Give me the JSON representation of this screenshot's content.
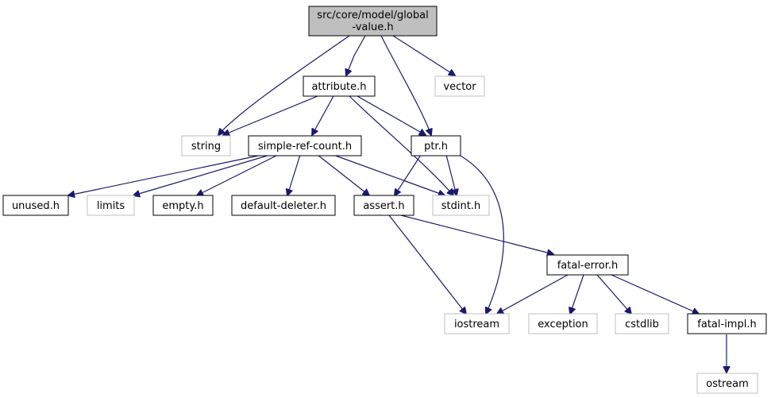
{
  "diagram": {
    "root": {
      "line1": "src/core/model/global",
      "line2": "-value.h"
    },
    "nodes": {
      "attribute": "attribute.h",
      "vector": "vector",
      "string": "string",
      "simple_ref_count": "simple-ref-count.h",
      "ptr": "ptr.h",
      "unused": "unused.h",
      "limits": "limits",
      "empty": "empty.h",
      "default_deleter": "default-deleter.h",
      "assert": "assert.h",
      "stdint": "stdint.h",
      "fatal_error": "fatal-error.h",
      "iostream": "iostream",
      "exception": "exception",
      "cstdlib": "cstdlib",
      "fatal_impl": "fatal-impl.h",
      "ostream": "ostream"
    },
    "edges": [
      [
        "root",
        "attribute"
      ],
      [
        "root",
        "string"
      ],
      [
        "root",
        "ptr"
      ],
      [
        "root",
        "vector"
      ],
      [
        "attribute",
        "string"
      ],
      [
        "attribute",
        "simple_ref_count"
      ],
      [
        "attribute",
        "ptr"
      ],
      [
        "attribute",
        "stdint"
      ],
      [
        "simple_ref_count",
        "unused"
      ],
      [
        "simple_ref_count",
        "limits"
      ],
      [
        "simple_ref_count",
        "empty"
      ],
      [
        "simple_ref_count",
        "default_deleter"
      ],
      [
        "simple_ref_count",
        "assert"
      ],
      [
        "simple_ref_count",
        "stdint"
      ],
      [
        "ptr",
        "assert"
      ],
      [
        "ptr",
        "stdint"
      ],
      [
        "ptr",
        "iostream"
      ],
      [
        "assert",
        "fatal_error"
      ],
      [
        "assert",
        "iostream"
      ],
      [
        "fatal_error",
        "iostream"
      ],
      [
        "fatal_error",
        "exception"
      ],
      [
        "fatal_error",
        "cstdlib"
      ],
      [
        "fatal_error",
        "fatal_impl"
      ],
      [
        "fatal_impl",
        "ostream"
      ]
    ],
    "colors": {
      "edge": "#191970",
      "root_fill": "#bfbfbf",
      "border_dark": "#000000",
      "border_light": "#bfbfbf"
    }
  }
}
